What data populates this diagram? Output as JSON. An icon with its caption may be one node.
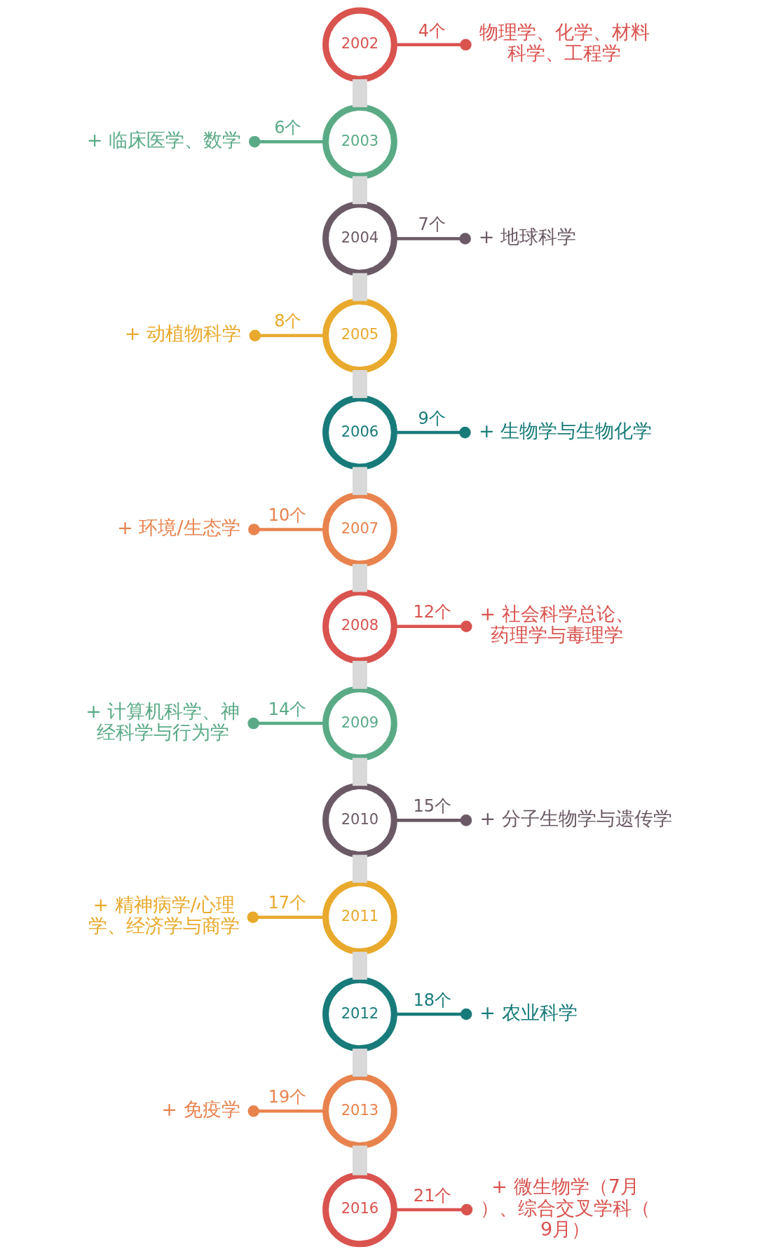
{
  "diagram": {
    "nodes": [
      {
        "text": [
          "2002"
        ]
      },
      {
        "text": [
          "物理学、化学、材料科学、工程学"
        ]
      },
      {
        "text": [
          "2003"
        ]
      },
      {
        "text": [
          "+ 临床医学、数学"
        ]
      },
      {
        "text": [
          "2004"
        ]
      },
      {
        "text": [
          "+ 地球科学"
        ]
      },
      {
        "text": [
          "2005"
        ]
      },
      {
        "text": [
          "+ 动植物科学"
        ]
      },
      {
        "text": [
          "2006"
        ]
      },
      {
        "text": [
          "+ 生物学与生物化学"
        ]
      },
      {
        "text": [
          "2007"
        ]
      },
      {
        "text": [
          "+ 环境/生态学"
        ]
      },
      {
        "text": [
          "2008"
        ]
      },
      {
        "text": [
          "+ 社会科学总论、药理学与毒理学"
        ]
      },
      {
        "text": [
          "2009"
        ]
      },
      {
        "text": [
          "+ 计算机科学、神经科学与行为学"
        ]
      },
      {
        "text": [
          "2010"
        ]
      },
      {
        "text": [
          "+ 分子生物学与遗传学"
        ]
      },
      {
        "text": [
          "2011"
        ]
      },
      {
        "text": [
          "+ 精神病学/心理学、经济学与商学"
        ]
      },
      {
        "text": [
          "2012"
        ]
      },
      {
        "text": [
          "+ 农业科学"
        ]
      },
      {
        "text": [
          "2013"
        ]
      },
      {
        "text": [
          "+ 免疫学"
        ]
      },
      {
        "text": [
          "2016"
        ]
      },
      {
        "text": [
          "+ 微生物学（7月）、综合交叉学科（9月）"
        ]
      }
    ],
    "edges": [
      {
        "from": 0,
        "to": 1,
        "arrow": "other",
        "label": "4个",
        "color": "#d9534f"
      },
      {
        "from": 2,
        "to": 3,
        "arrow": "other",
        "label": "6个",
        "color": "#5aaa86"
      },
      {
        "from": 4,
        "to": 5,
        "arrow": "other",
        "label": "7个",
        "color": "#6b5a66"
      },
      {
        "from": 6,
        "to": 7,
        "arrow": "other",
        "label": "8个",
        "color": "#e8a92c"
      },
      {
        "from": 8,
        "to": 9,
        "arrow": "other",
        "label": "9个",
        "color": "#187b7a"
      },
      {
        "from": 10,
        "to": 11,
        "arrow": "other",
        "label": "10个",
        "color": "#e8834e"
      },
      {
        "from": 12,
        "to": 13,
        "arrow": "other",
        "label": "12个",
        "color": "#d9534f"
      },
      {
        "from": 14,
        "to": 15,
        "arrow": "other",
        "label": "14个",
        "color": "#5aaa86"
      },
      {
        "from": 16,
        "to": 17,
        "arrow": "other",
        "label": "15个",
        "color": "#6b5a66"
      },
      {
        "from": 18,
        "to": 19,
        "arrow": "other",
        "label": "17个",
        "color": "#e8a92c"
      },
      {
        "from": 20,
        "to": 21,
        "arrow": "other",
        "label": "18个",
        "color": "#187b7a"
      },
      {
        "from": 22,
        "to": 23,
        "arrow": "other",
        "label": "19个",
        "color": "#e8834e"
      },
      {
        "from": 24,
        "to": 25,
        "arrow": "other",
        "label": "21个",
        "color": "#d9534f"
      },
      {
        "from": 0,
        "to": 2,
        "arrow": "none",
        "style": "thick",
        "color": "#d9d9d9"
      },
      {
        "from": 2,
        "to": 4,
        "arrow": "none",
        "style": "thick",
        "color": "#d9d9d9"
      },
      {
        "from": 4,
        "to": 6,
        "arrow": "none",
        "style": "thick",
        "color": "#d9d9d9"
      },
      {
        "from": 6,
        "to": 8,
        "arrow": "none",
        "style": "thick",
        "color": "#d9d9d9"
      },
      {
        "from": 8,
        "to": 10,
        "arrow": "none",
        "style": "thick",
        "color": "#d9d9d9"
      },
      {
        "from": 10,
        "to": 12,
        "arrow": "none",
        "style": "thick",
        "color": "#d9d9d9"
      },
      {
        "from": 12,
        "to": 14,
        "arrow": "none",
        "style": "thick",
        "color": "#d9d9d9"
      },
      {
        "from": 14,
        "to": 16,
        "arrow": "none",
        "style": "thick",
        "color": "#d9d9d9"
      },
      {
        "from": 16,
        "to": 18,
        "arrow": "none",
        "style": "thick",
        "color": "#d9d9d9"
      },
      {
        "from": 18,
        "to": 20,
        "arrow": "none",
        "style": "thick",
        "color": "#d9d9d9"
      },
      {
        "from": 20,
        "to": 22,
        "arrow": "none",
        "style": "thick",
        "color": "#d9d9d9"
      },
      {
        "from": 22,
        "to": 24,
        "arrow": "none",
        "style": "thick",
        "color": "#d9d9d9"
      }
    ]
  }
}
